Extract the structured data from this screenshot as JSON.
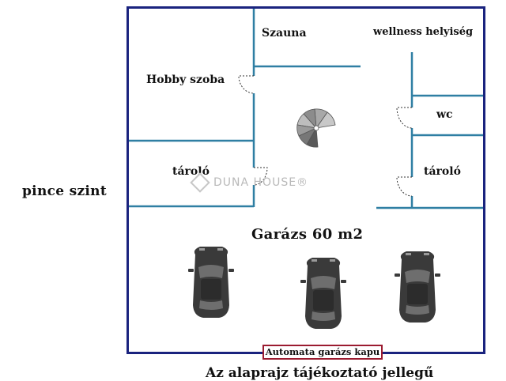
{
  "rooms": {
    "hobby": "Hobby szoba",
    "sauna": "Szauna",
    "wellness": "wellness helyiség",
    "wc": "wc",
    "storage_left": "tároló",
    "storage_right": "tároló",
    "garage": "Garázs 60 m2"
  },
  "floor_label": "pince szint",
  "gate_label": "Automata garázs kapu",
  "watermark": "DUNA HOUSE®",
  "footer_text": "Az alaprajz tájékoztató jellegű",
  "colors": {
    "outer_wall": "#1a237e",
    "inner_wall": "#2f7fa3",
    "gate_border": "#9b1b30",
    "car_body": "#3a3a3a"
  },
  "icons": [
    "spiral-staircase-icon",
    "car-icon",
    "car-icon",
    "car-icon",
    "door-swing-icon"
  ]
}
